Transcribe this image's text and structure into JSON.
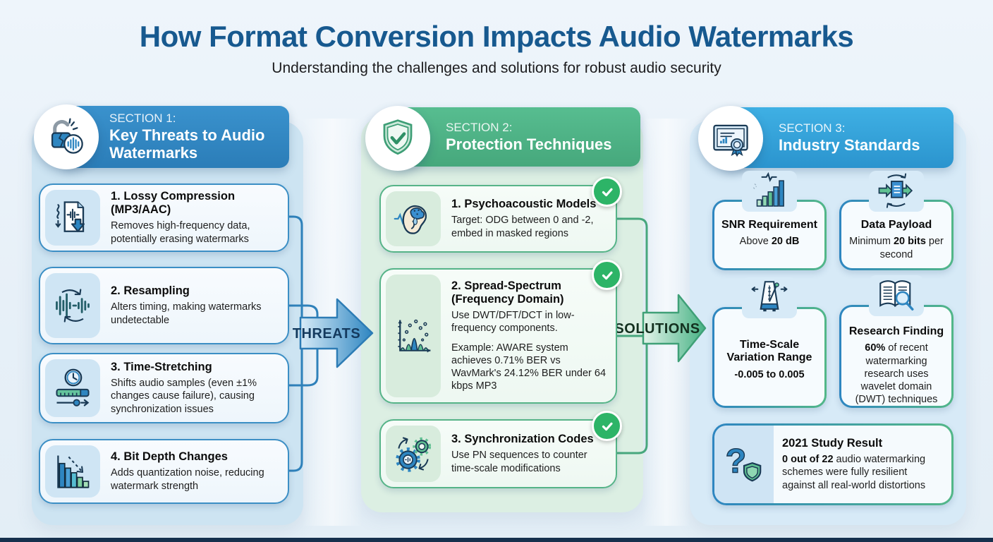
{
  "page": {
    "title": "How Format Conversion Impacts Audio Watermarks",
    "subtitle": "Understanding the challenges and solutions for robust audio security"
  },
  "colors": {
    "headline_blue": "#17598f",
    "section1_blue": "#2e86c1",
    "section2_green": "#4db584",
    "section3_blue": "#35a3dc",
    "check_green": "#2db467"
  },
  "sections": {
    "threats": {
      "label": "SECTION 1:",
      "title": "Key Threats to Audio Watermarks",
      "arrow_label": "THREATS",
      "cards": [
        {
          "title": "1. Lossy Compression (MP3/AAC)",
          "desc": "Removes high-frequency data, potentially erasing watermarks"
        },
        {
          "title": "2. Resampling",
          "desc": "Alters timing, making watermarks undetectable"
        },
        {
          "title": "3. Time-Stretching",
          "desc": "Shifts audio samples (even ±1% changes cause failure), causing synchronization issues"
        },
        {
          "title": "4. Bit Depth Changes",
          "desc": "Adds quantization noise, reducing watermark strength"
        }
      ]
    },
    "protections": {
      "label": "SECTION 2:",
      "title": "Protection Techniques",
      "arrow_label": "SOLUTIONS",
      "cards": [
        {
          "title": "1. Psychoacoustic Models",
          "desc": "Target: ODG between 0 and -2, embed in masked regions"
        },
        {
          "title": "2. Spread-Spectrum (Frequency Domain)",
          "desc": "Use DWT/DFT/DCT in low-frequency components.",
          "desc2": "Example: AWARE system achieves 0.71% BER vs WavMark's 24.12% BER under 64 kbps MP3"
        },
        {
          "title": "3. Synchronization Codes",
          "desc": "Use PN sequences to counter time-scale modifications"
        }
      ]
    },
    "standards": {
      "label": "SECTION 3:",
      "title": "Industry Standards",
      "stats": [
        {
          "title": "SNR Requirement",
          "pre": "Above ",
          "bold": "20 dB",
          "post": ""
        },
        {
          "title": "Data Payload",
          "pre": "Minimum ",
          "bold": "20 bits",
          "post": " per second"
        },
        {
          "title": "Time-Scale Variation Range",
          "pre": "",
          "bold": "-0.005 to 0.005",
          "post": ""
        },
        {
          "title": "Research Finding",
          "pre": "",
          "bold": "60%",
          "post": " of recent watermarking research uses wavelet domain (DWT) techniques"
        }
      ],
      "study": {
        "title": "2021 Study Result",
        "bold": "0 out of 22",
        "post": " audio watermarking schemes were fully resilient against all real-world distortions"
      }
    }
  }
}
